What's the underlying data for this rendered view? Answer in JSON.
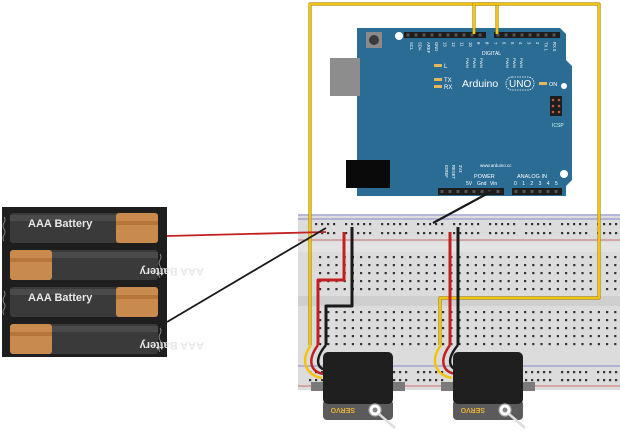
{
  "arduino": {
    "brand": "Arduino",
    "model": "UNO",
    "website": "www.arduino.cc",
    "on_label": "ON",
    "icsp_label": "ICSP",
    "led_labels": [
      "L",
      "TX",
      "RX"
    ],
    "digital_label": "DIGITAL",
    "pwm_label": "PWM",
    "power_label": "POWER",
    "analog_label": "ANALOG IN",
    "top_pin_labels": [
      "SCL",
      "SDA",
      "AREF",
      "GND",
      "13",
      "12",
      "11",
      "10",
      "9",
      "8",
      "7",
      "6",
      "5",
      "4",
      "3",
      "2",
      "TX 1",
      "RX 0"
    ],
    "power_pin_labels": [
      "IOREF",
      "RESET",
      "3V3",
      "5V",
      "Gnd",
      "Vin"
    ],
    "analog_pin_labels": [
      "0",
      "1",
      "2",
      "3",
      "4",
      "5"
    ],
    "board_color": "#2b6c94"
  },
  "battery_pack": {
    "cells": [
      {
        "label": "AAA Battery",
        "flipped": false
      },
      {
        "label": "AAA Battery",
        "flipped": true
      },
      {
        "label": "AAA Battery",
        "flipped": false
      },
      {
        "label": "AAA Battery",
        "flipped": true
      }
    ],
    "cell_color": "#c98a4e",
    "case_color": "#1e1e1e"
  },
  "servos": [
    {
      "label": "SERVO"
    },
    {
      "label": "SERVO"
    }
  ],
  "wires": {
    "signal_color": "#f2c40f",
    "power_color": "#c41f1f",
    "ground_color": "#1a1a1a"
  }
}
